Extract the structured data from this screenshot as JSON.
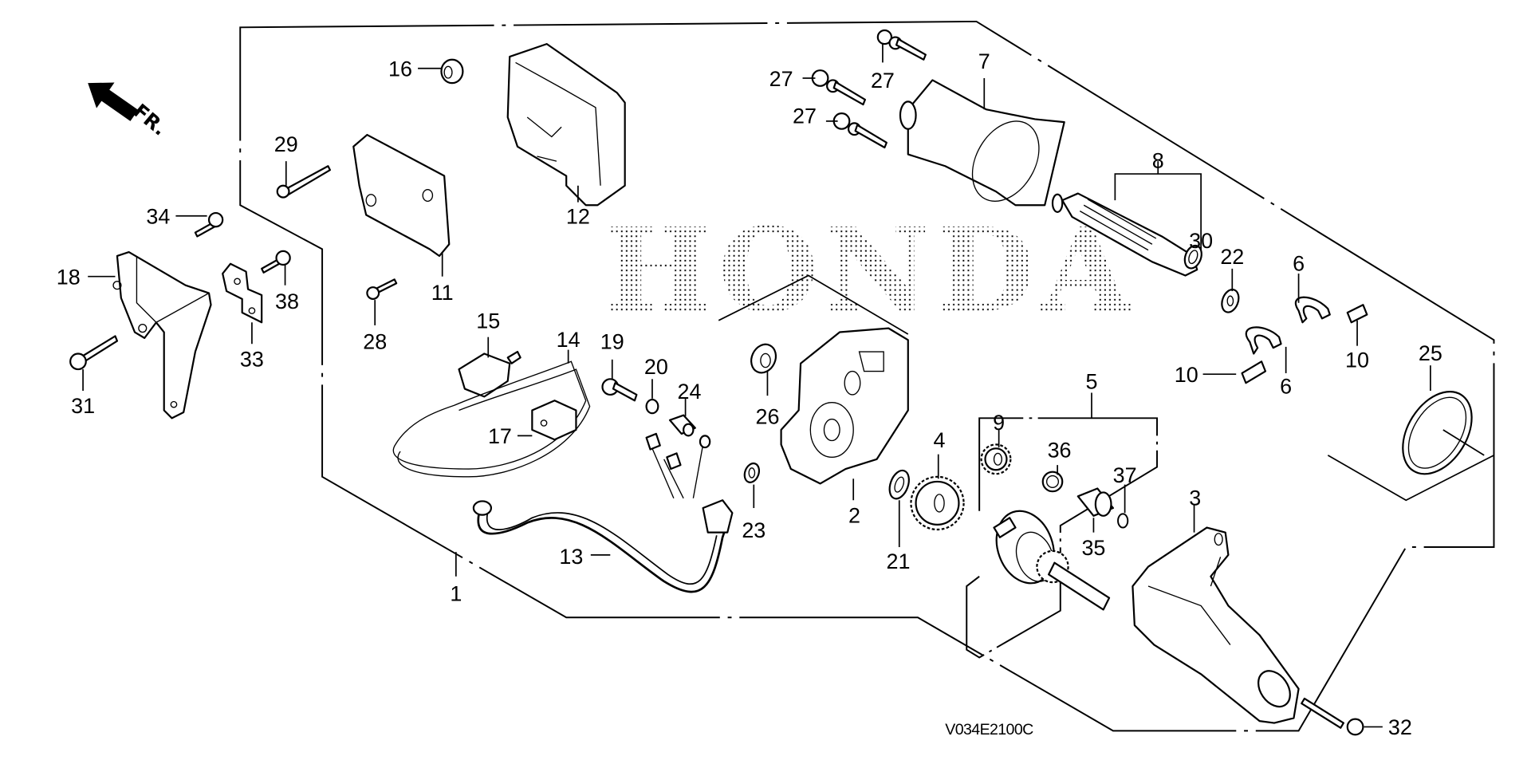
{
  "diagram": {
    "title": "Starter Motor Parts Diagram",
    "watermark": "HONDA",
    "direction_indicator": {
      "label": "FR.",
      "icon": "front-arrow-icon"
    },
    "diagram_code": "V034E2100C",
    "callouts": {
      "c1": "1",
      "c2": "2",
      "c3": "3",
      "c4": "4",
      "c5": "5",
      "c6a": "6",
      "c6b": "6",
      "c7": "7",
      "c8": "8",
      "c9": "9",
      "c10a": "10",
      "c10b": "10",
      "c11": "11",
      "c12": "12",
      "c13": "13",
      "c14": "14",
      "c15": "15",
      "c16": "16",
      "c17": "17",
      "c18": "18",
      "c19": "19",
      "c20": "20",
      "c21": "21",
      "c22": "22",
      "c23": "23",
      "c24": "24",
      "c25": "25",
      "c26": "26",
      "c27a": "27",
      "c27b": "27",
      "c27c": "27",
      "c28": "28",
      "c29": "29",
      "c30": "30",
      "c31": "31",
      "c32": "32",
      "c33": "33",
      "c34": "34",
      "c35": "35",
      "c36": "36",
      "c37": "37",
      "c38": "38"
    }
  }
}
